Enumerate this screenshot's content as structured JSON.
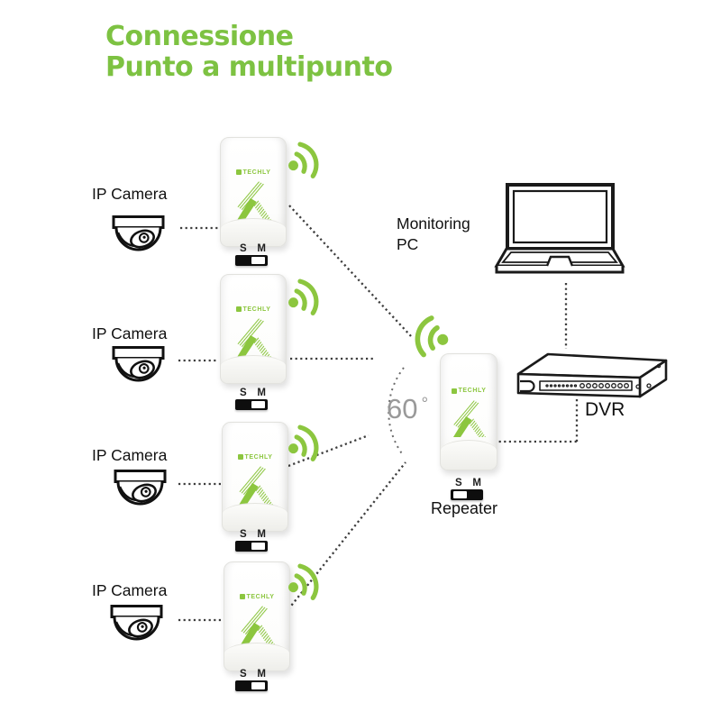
{
  "title": {
    "line1": "Connessione",
    "line2": "Punto a multipunto",
    "color": "#7DC242"
  },
  "brand": {
    "name": "TECHLY",
    "green": "#8CC63F"
  },
  "cameras": [
    {
      "label": "IP Camera"
    },
    {
      "label": "IP Camera"
    },
    {
      "label": "IP Camera"
    },
    {
      "label": "IP Camera"
    }
  ],
  "access_points": [
    {
      "brand": "TECHLY",
      "switch": {
        "left_label": "S",
        "right_label": "M",
        "position": "M"
      }
    },
    {
      "brand": "TECHLY",
      "switch": {
        "left_label": "S",
        "right_label": "M",
        "position": "M"
      }
    },
    {
      "brand": "TECHLY",
      "switch": {
        "left_label": "S",
        "right_label": "M",
        "position": "M"
      }
    },
    {
      "brand": "TECHLY",
      "switch": {
        "left_label": "S",
        "right_label": "M",
        "position": "M"
      }
    }
  ],
  "repeater": {
    "label": "Repeater",
    "brand": "TECHLY",
    "switch": {
      "left_label": "S",
      "right_label": "M",
      "position": "S"
    }
  },
  "monitoring_pc": {
    "line1": "Monitoring",
    "line2": "PC"
  },
  "dvr": {
    "label": "DVR"
  },
  "beam_angle": {
    "value": "60",
    "unit": "°"
  }
}
